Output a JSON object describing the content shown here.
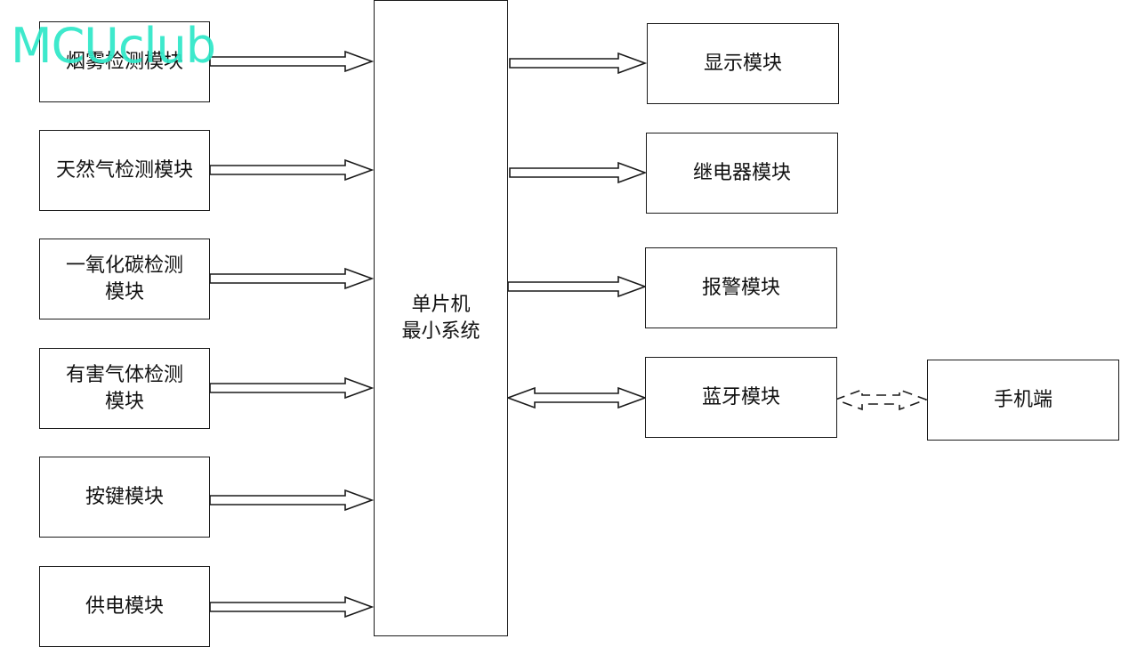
{
  "watermark": "MCUclub",
  "center": {
    "line1": "单片机",
    "line2": "最小系统"
  },
  "inputs": [
    {
      "line1": "烟雾检测模块",
      "line2": ""
    },
    {
      "line1": "天然气检测模块",
      "line2": ""
    },
    {
      "line1": "一氧化碳检测",
      "line2": "模块"
    },
    {
      "line1": "有害气体检测",
      "line2": "模块"
    },
    {
      "line1": "按键模块",
      "line2": ""
    },
    {
      "line1": "供电模块",
      "line2": ""
    }
  ],
  "outputs": [
    {
      "line1": "显示模块"
    },
    {
      "line1": "继电器模块"
    },
    {
      "line1": "报警模块"
    },
    {
      "line1": "蓝牙模块"
    }
  ],
  "external": {
    "line1": "手机端"
  },
  "colors": {
    "stroke": "#1a1a1a",
    "watermark": "#2ee8c8"
  }
}
